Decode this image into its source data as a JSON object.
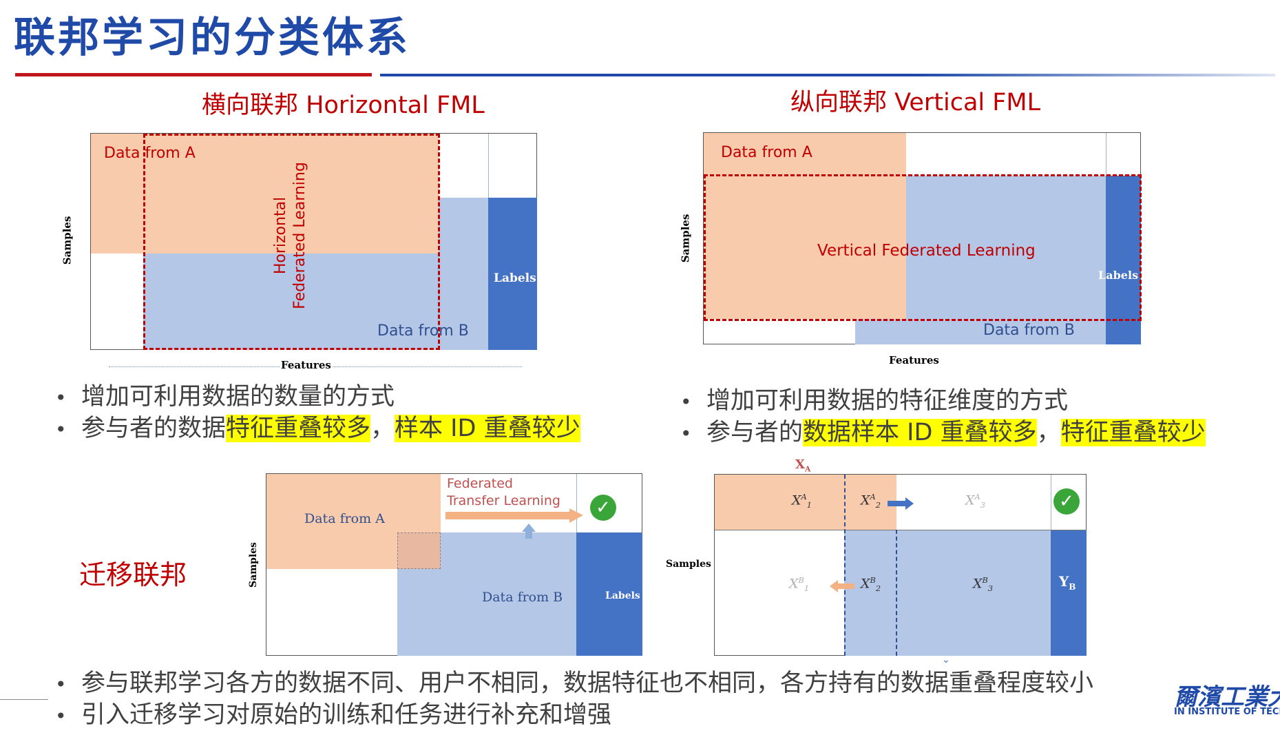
{
  "title": "联邦学习的分类体系",
  "horizontal": {
    "section_title": "横向联邦 Horizontal FML",
    "data_a": "Data from A",
    "data_b": "Data from B",
    "labels": "Labels",
    "samples": "Samples",
    "features": "Features",
    "hfl_line1": "Horizontal",
    "hfl_line2": "Federated Learning",
    "bullet1": "增加可利用数据的数量的方式",
    "bullet2_plain": "参与者的数据",
    "bullet2_hl1": "特征重叠较多",
    "bullet2_sep": "，",
    "bullet2_hl2": "样本 ID 重叠较少"
  },
  "vertical": {
    "section_title": "纵向联邦 Vertical FML",
    "data_a": "Data from A",
    "data_b": "Data from B",
    "labels": "Labels",
    "samples": "Samples",
    "features": "Features",
    "vfl": "Vertical Federated Learning",
    "bullet1": "增加可利用数据的特征维度的方式",
    "bullet2_plain": "参与者的",
    "bullet2_hl1": "数据样本 ID 重叠较多",
    "bullet2_sep": "，",
    "bullet2_hl2": "特征重叠较少"
  },
  "transfer": {
    "section_title": "迁移联邦",
    "data_a": "Data from A",
    "data_b": "Data from B",
    "labels": "Labels",
    "samples": "Samples",
    "ftl_line1": "Federated",
    "ftl_line2": "Transfer Learning",
    "check": "✓",
    "bullet1": "参与联邦学习各方的数据不同、用户不相同，数据特征也不相同，各方持有的数据重叠程度较小",
    "bullet2": "引入迁移学习对原始的训练和任务进行补充和增强"
  },
  "matrix": {
    "xa_label": "X",
    "xa_sub": "A",
    "samples": "Samples",
    "x1a": "X",
    "x1a_sub": "1",
    "x1a_sup": "A",
    "x2a": "X",
    "x2a_sub": "2",
    "x2a_sup": "A",
    "x3a": "X",
    "x3a_sub": "3",
    "x3a_sup": "A",
    "x1b": "X",
    "x1b_sub": "1",
    "x1b_sup": "B",
    "x2b": "X",
    "x2b_sub": "2",
    "x2b_sup": "B",
    "x3b": "X",
    "x3b_sub": "3",
    "x3b_sup": "B",
    "yb": "Y",
    "yb_sub": "B",
    "check": "✓"
  },
  "logo": {
    "cn": "爾濱工業大",
    "en": "IN INSTITUTE OF TECHNO"
  },
  "colors": {
    "orange": "#f8cbad",
    "light_blue": "#b4c7e7",
    "dark_blue": "#4472c4",
    "red": "#c00000",
    "title_blue": "#1f4aa8",
    "highlight": "#ffff00"
  }
}
